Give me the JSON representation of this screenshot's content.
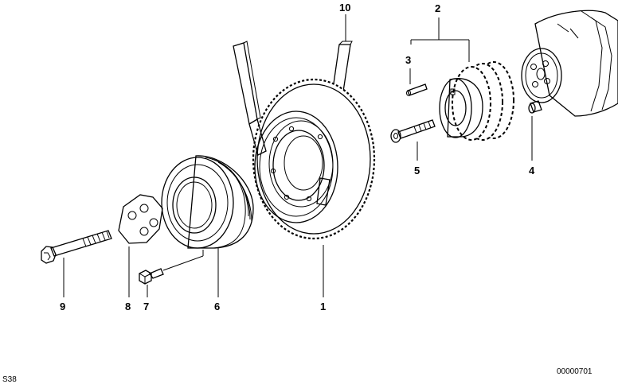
{
  "callouts": {
    "c1": "1",
    "c2": "2",
    "c3": "3",
    "c4": "4",
    "c5": "5",
    "c6": "6",
    "c7": "7",
    "c8": "8",
    "c9": "9",
    "c10": "10"
  },
  "footer": {
    "sheet_code": "S38",
    "diagram_number": "00000701"
  }
}
